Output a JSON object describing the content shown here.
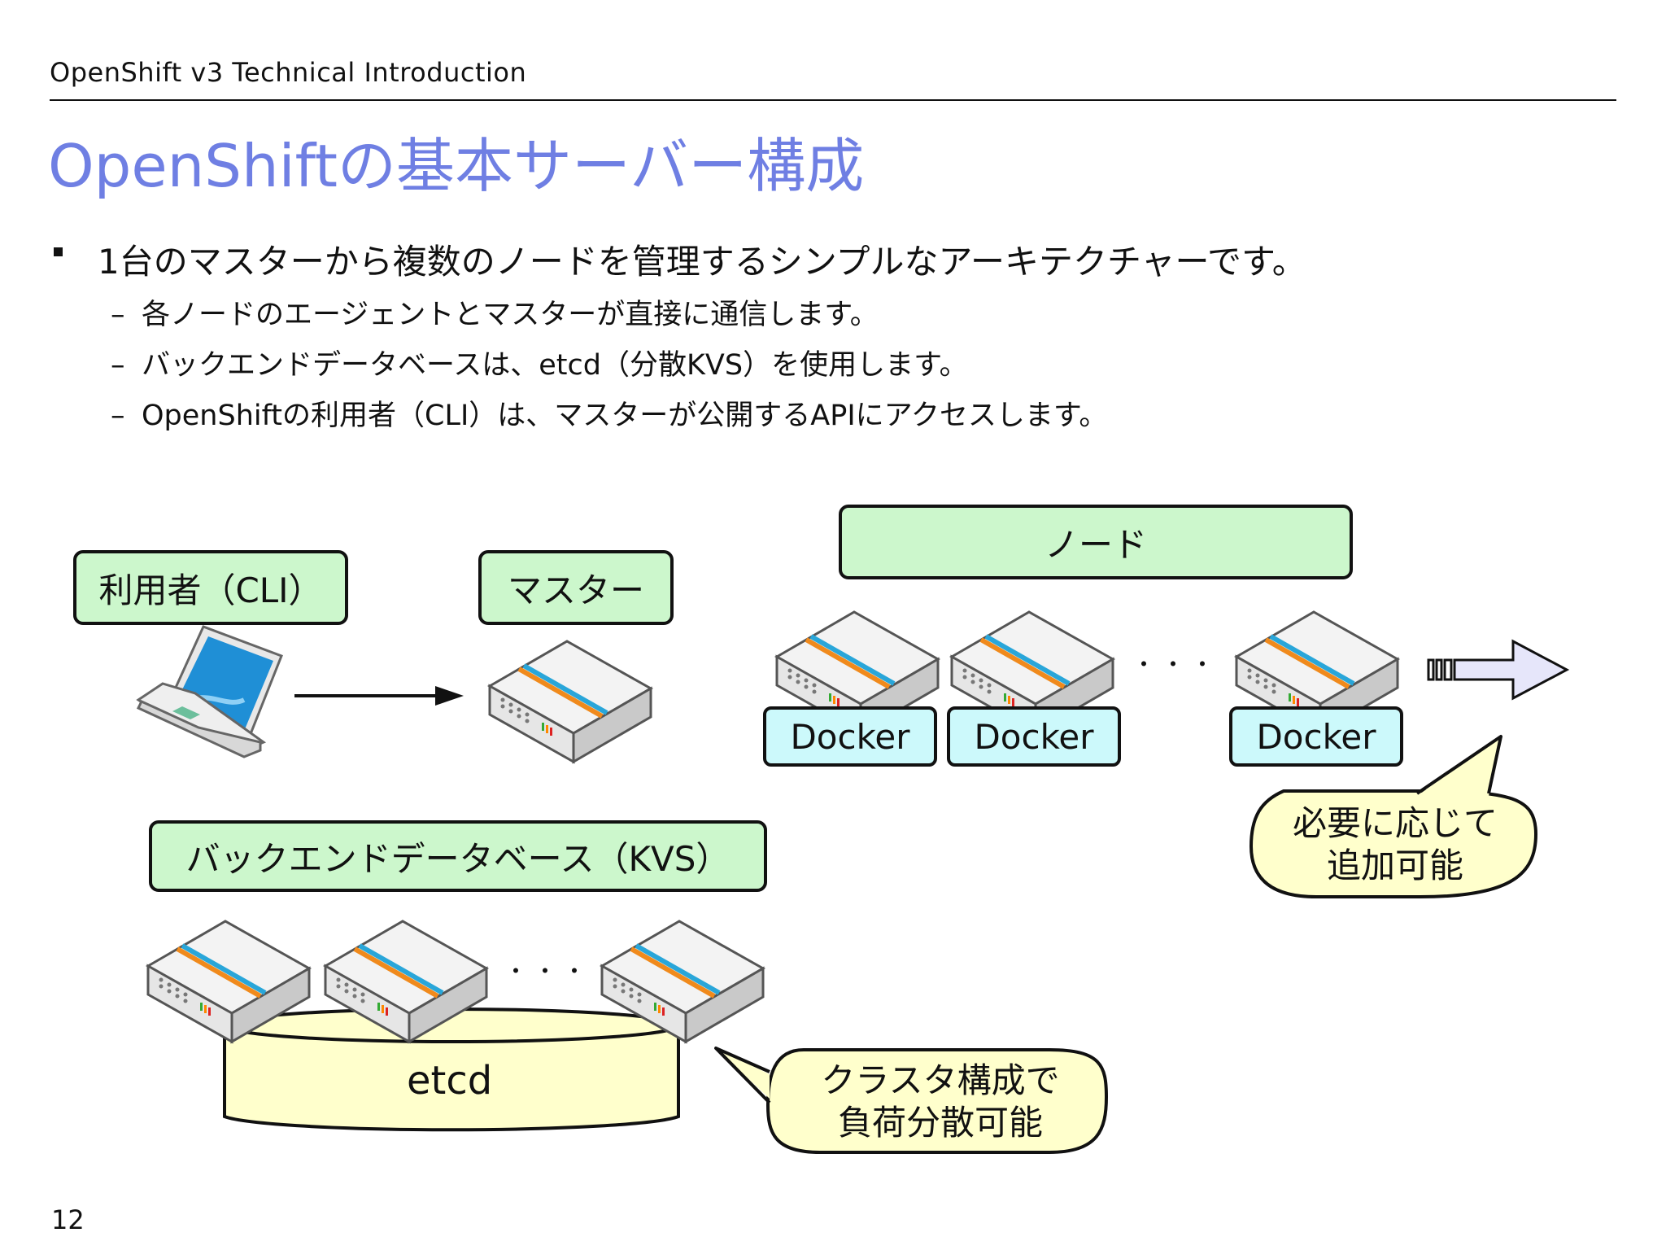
{
  "header": {
    "title": "OpenShift v3 Technical Introduction"
  },
  "slide": {
    "title": "OpenShiftの基本サーバー構成",
    "bullet": "1台のマスターから複数のノードを管理するシンプルなアーキテクチャーです。",
    "subbullets": [
      "各ノードのエージェントとマスターが直接に通信します。",
      "バックエンドデータベースは、etcd（分散KVS）を使用します。",
      "OpenShiftの利用者（CLI）は、マスターが公開するAPIにアクセスします。"
    ],
    "dash": "–"
  },
  "diagram": {
    "user_label": "利用者（CLI）",
    "master_label": "マスター",
    "node_label": "ノード",
    "docker_labels": [
      "Docker",
      "Docker",
      "Docker"
    ],
    "backend_label": "バックエンドデータベース（KVS）",
    "etcd_label": "etcd",
    "ellipsis": "・・・",
    "callout_node": "必要に応じて\n追加可能",
    "callout_etcd": "クラスタ構成で\n負荷分散可能",
    "colors": {
      "label_green": "#ccf7cc",
      "docker_cyan": "#ccf9fb",
      "callout_yellow": "#ffffcc",
      "title_blue": "#6f7fe3",
      "arrow_lavender": "#e6e6fa"
    },
    "icons": [
      "laptop-icon",
      "server-icon",
      "arrow-right-icon",
      "database-cylinder-icon"
    ]
  },
  "footer": {
    "page_number": "12"
  }
}
